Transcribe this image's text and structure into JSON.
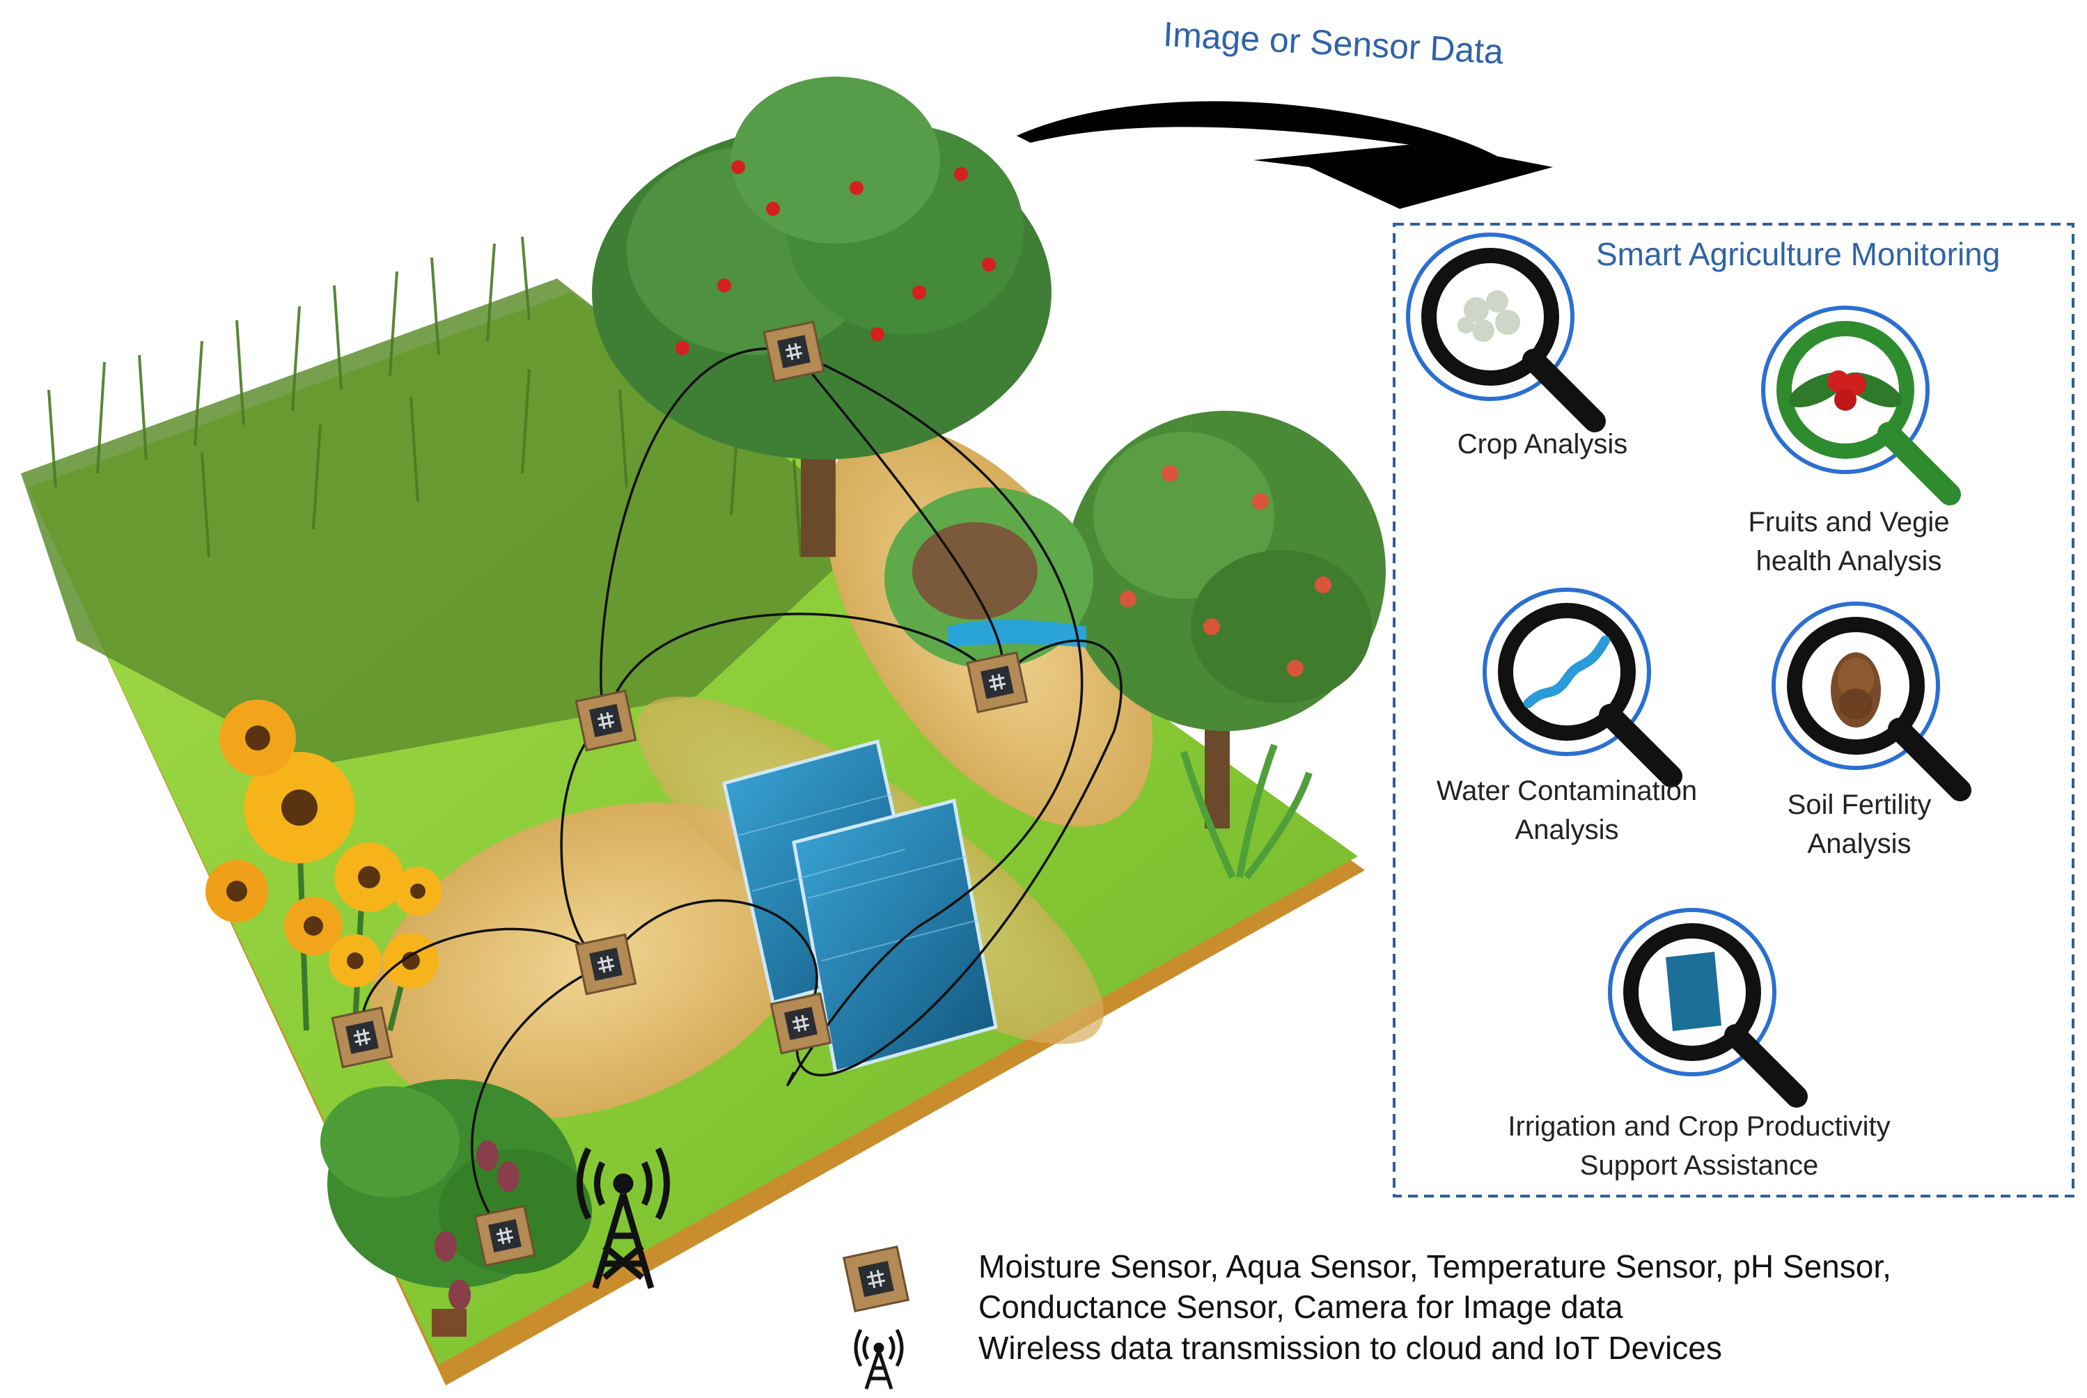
{
  "flow_label": "Image or Sensor Data",
  "panel": {
    "title": "Smart Agriculture Monitoring",
    "modules": [
      {
        "label": "Crop Analysis",
        "ring_color": "#2b6fd1",
        "lens_color": "#111111",
        "icon": "crop-icon"
      },
      {
        "label": "Fruits and Vegie health Analysis",
        "ring_color": "#2b6fd1",
        "lens_color": "#2e8b2e",
        "icon": "fruit-icon"
      },
      {
        "label": "Water Contamination Analysis",
        "ring_color": "#2b6fd1",
        "lens_color": "#111111",
        "icon": "water-icon"
      },
      {
        "label": "Soil Fertility Analysis",
        "ring_color": "#2b6fd1",
        "lens_color": "#111111",
        "icon": "soil-icon"
      },
      {
        "label": "Irrigation and Crop Productivity Support Assistance",
        "ring_color": "#2b6fd1",
        "lens_color": "#111111",
        "icon": "solar-panel-icon"
      }
    ]
  },
  "legend": {
    "sensor_text": "Moisture Sensor, Aqua Sensor, Temperature Sensor, pH Sensor, Conductance Sensor, Camera for Image data",
    "tower_text": "Wireless data transmission to cloud and IoT Devices"
  },
  "colors": {
    "accent_blue": "#2e63a8",
    "grass": "#8fcf3a",
    "soil": "#e8c878"
  }
}
